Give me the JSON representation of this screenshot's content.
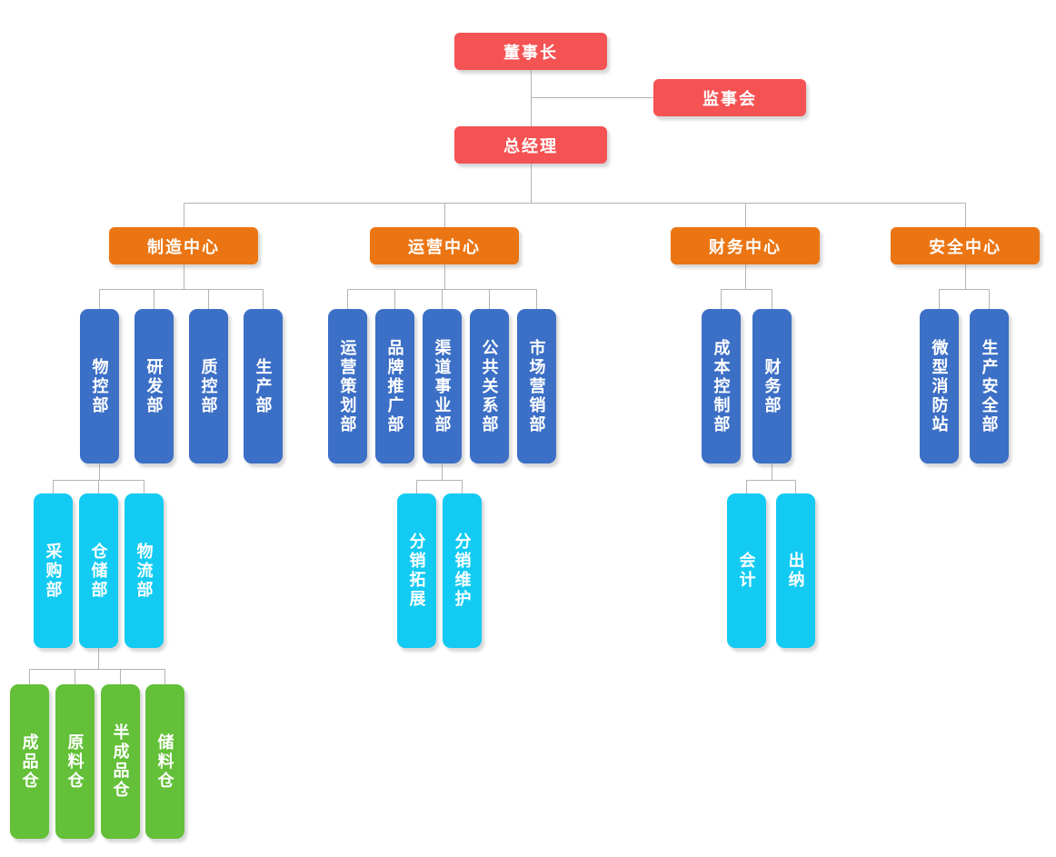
{
  "diagram_type": "org-chart",
  "colors": {
    "executive": "#f45253",
    "center": "#eb7513",
    "department": "#3c6fc6",
    "sub_department": "#13cbf2",
    "warehouse": "#63c038",
    "connector": "#b3b3b3",
    "text": "#ffffff",
    "background": "#ffffff"
  },
  "tree": {
    "chairman": {
      "label": "董事长"
    },
    "supervisory_board": {
      "label": "监事会"
    },
    "general_manager": {
      "label": "总经理"
    },
    "centers": [
      {
        "label": "制造中心",
        "departments": [
          {
            "label": "物控部",
            "children": [
              {
                "label": "采购部"
              },
              {
                "label": "仓储部",
                "children": [
                  {
                    "label": "成品仓"
                  },
                  {
                    "label": "原料仓"
                  },
                  {
                    "label": "半成品仓"
                  },
                  {
                    "label": "储料仓"
                  }
                ]
              },
              {
                "label": "物流部"
              }
            ]
          },
          {
            "label": "研发部"
          },
          {
            "label": "质控部"
          },
          {
            "label": "生产部"
          }
        ]
      },
      {
        "label": "运营中心",
        "departments": [
          {
            "label": "运营策划部"
          },
          {
            "label": "品牌推广部"
          },
          {
            "label": "渠道事业部",
            "children": [
              {
                "label": "分销拓展"
              },
              {
                "label": "分销维护"
              }
            ]
          },
          {
            "label": "公共关系部"
          },
          {
            "label": "市场营销部"
          }
        ]
      },
      {
        "label": "财务中心",
        "departments": [
          {
            "label": "成本控制部"
          },
          {
            "label": "财务部",
            "children": [
              {
                "label": "会计"
              },
              {
                "label": "出纳"
              }
            ]
          }
        ]
      },
      {
        "label": "安全中心",
        "departments": [
          {
            "label": "微型消防站"
          },
          {
            "label": "生产安全部"
          }
        ]
      }
    ]
  }
}
